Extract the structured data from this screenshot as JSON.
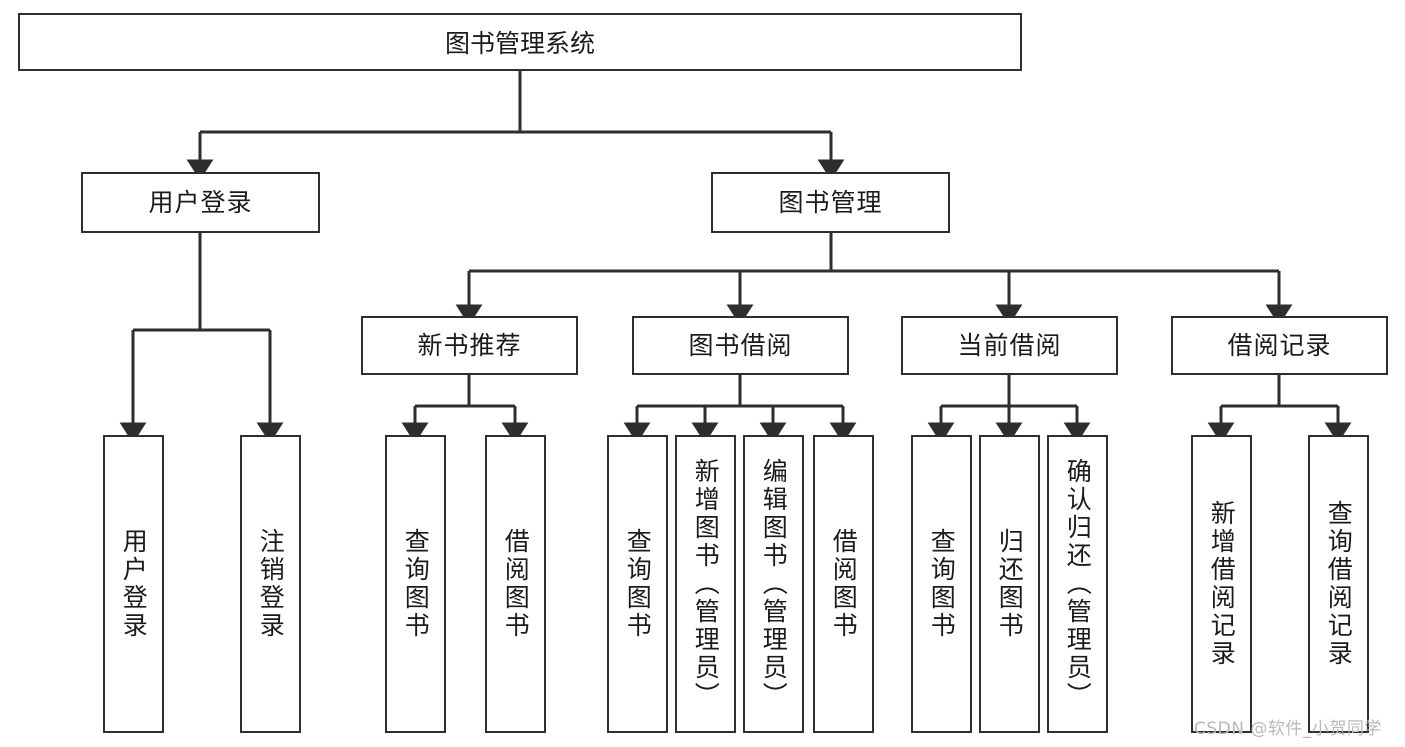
{
  "diagram": {
    "title": "图书管理系统",
    "type": "hierarchy-tree",
    "root": {
      "label": "图书管理系统"
    },
    "level1": [
      {
        "label": "用户登录"
      },
      {
        "label": "图书管理"
      }
    ],
    "level2": [
      {
        "label": "新书推荐"
      },
      {
        "label": "图书借阅"
      },
      {
        "label": "当前借阅"
      },
      {
        "label": "借阅记录"
      }
    ],
    "leaves": {
      "user_login": [
        {
          "label": "用户登录"
        },
        {
          "label": "注销登录"
        }
      ],
      "new_book_recommend": [
        {
          "label": "查询图书"
        },
        {
          "label": "借阅图书"
        }
      ],
      "book_borrow": [
        {
          "label": "查询图书"
        },
        {
          "label": "新增图书（管理员）"
        },
        {
          "label": "编辑图书（管理员）"
        },
        {
          "label": "借阅图书"
        }
      ],
      "current_borrow": [
        {
          "label": "查询图书"
        },
        {
          "label": "归还图书"
        },
        {
          "label": "确认归还（管理员）"
        }
      ],
      "borrow_record": [
        {
          "label": "新增借阅记录"
        },
        {
          "label": "查询借阅记录"
        }
      ]
    }
  },
  "watermark": {
    "text": "CSDN @软件_小贺同学"
  },
  "colors": {
    "border": "#2e2e2e",
    "background": "#ffffff",
    "text": "#1b1b1b",
    "watermark": "#b9b9b9"
  }
}
